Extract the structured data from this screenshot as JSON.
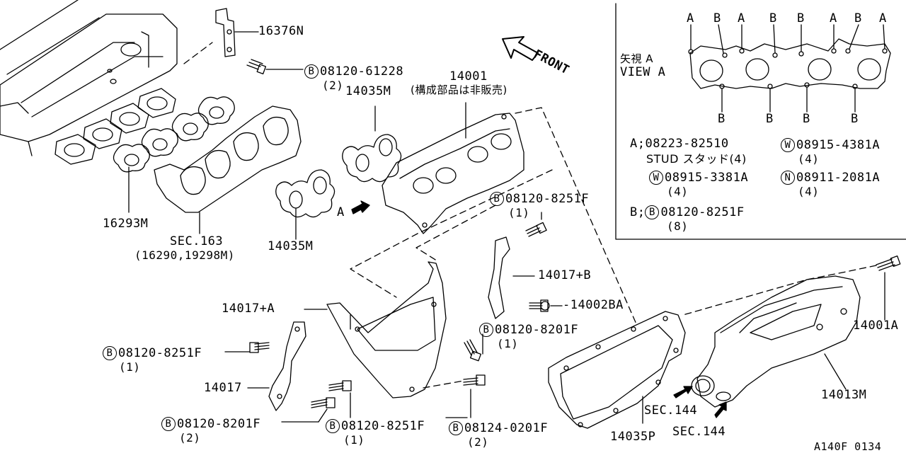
{
  "labels": {
    "p16376N": "16376N",
    "b61228": "08120-61228",
    "b61228_qty": "(2)",
    "p14001": "14001",
    "p14001_note": "(構成部品は非販売)",
    "p14035M_top": "14035M",
    "front": "FRONT",
    "p16293M": "16293M",
    "sec163": "SEC.163",
    "sec163_sub": "(16290,19298M)",
    "p14035M_mid": "14035M",
    "a_mark": "A",
    "b8251F_top": "08120-8251F",
    "b8251F_top_qty": "(1)",
    "p14017B": "14017+B",
    "p14017A": "14017+A",
    "p14002BA": "14002BA",
    "b8201F_mid": "08120-8201F",
    "b8201F_mid_qty": "(1)",
    "b8251F_left": "08120-8251F",
    "b8251F_left_qty": "(1)",
    "p14017": "14017",
    "b8201F_bot": "08120-8201F",
    "b8201F_bot_qty": "(2)",
    "b8251F_bot": "08120-8251F",
    "b8251F_bot_qty": "(1)",
    "b0201F": "08124-0201F",
    "b0201F_qty": "(2)",
    "p14001A": "14001A",
    "p14013M": "14013M",
    "sec144_a": "SEC.144",
    "sec144_b": "SEC.144",
    "p14035P": "14035P",
    "figure_code": "A140F 0134"
  },
  "view_box": {
    "title_jp": "矢視 A",
    "title_en": "VIEW A",
    "top_letters": [
      "A",
      "B",
      "A",
      "B",
      "B",
      "A",
      "B",
      "A"
    ],
    "bottom_letters": [
      "B",
      "B",
      "B",
      "B"
    ],
    "a_line": "A;08223-82510",
    "stud": "STUD スタッド(4)",
    "w1": "08915-4381A",
    "w1_qty": "(4)",
    "w2": "08915-3381A",
    "w2_qty": "(4)",
    "n1": "08911-2081A",
    "n1_qty": "(4)",
    "b_line_prefix": "B;",
    "b_line": "08120-8251F",
    "b_line_qty": "(8)"
  },
  "symbols": {
    "bolt": "B",
    "washer": "W",
    "nut": "N"
  }
}
